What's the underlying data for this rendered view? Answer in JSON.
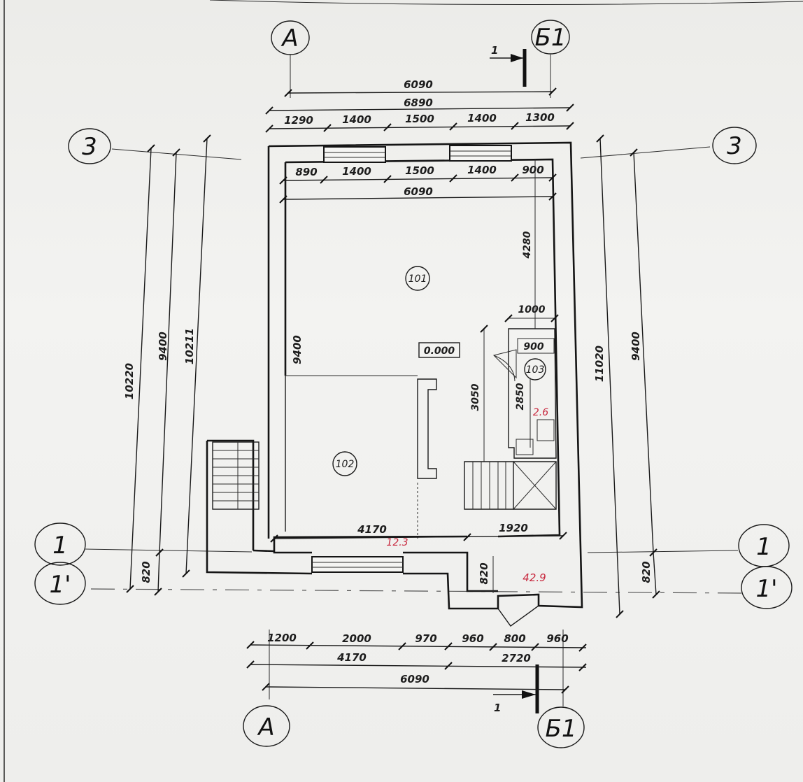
{
  "axes": {
    "a_top": "A",
    "b1_top": "Б1",
    "a_bottom": "A",
    "b1_bottom": "Б1",
    "three_left": "3",
    "three_right": "3",
    "one_left": "1",
    "one_right": "1",
    "one_prime_left": "1'",
    "one_prime_right": "1'"
  },
  "section_marks": {
    "top": "1",
    "bottom": "1"
  },
  "dims_top": {
    "overall_axes": "6090",
    "overall": "6890",
    "chain": [
      "1290",
      "1400",
      "1500",
      "1400",
      "1300"
    ]
  },
  "dims_inner_top": {
    "chain": [
      "890",
      "1400",
      "1500",
      "1400",
      "900"
    ],
    "overall": "6090"
  },
  "dims_left": {
    "outer": "10220",
    "axes": "9400",
    "inner": "10211",
    "small": "820",
    "inside": "9400"
  },
  "dims_right": {
    "outer": "11020",
    "axes": "9400",
    "small": "820"
  },
  "dims_interior": {
    "upper_right": "4280",
    "stair_width": "1000",
    "bath_width": "900",
    "stair_len": "3050",
    "bath_len": "2850",
    "left_span": "4170",
    "right_span": "1920",
    "vestibule": "820"
  },
  "dims_bottom": {
    "chain": [
      "1200",
      "2000",
      "970",
      "960",
      "800",
      "960"
    ],
    "mid_left": "4170",
    "mid_right": "2720",
    "overall": "6090"
  },
  "rooms": {
    "r101": "101",
    "r102": "102",
    "r103": "103"
  },
  "level_mark": "0.000",
  "areas": {
    "a1": "12.3",
    "a2": "42.9",
    "a3": "2.6"
  }
}
